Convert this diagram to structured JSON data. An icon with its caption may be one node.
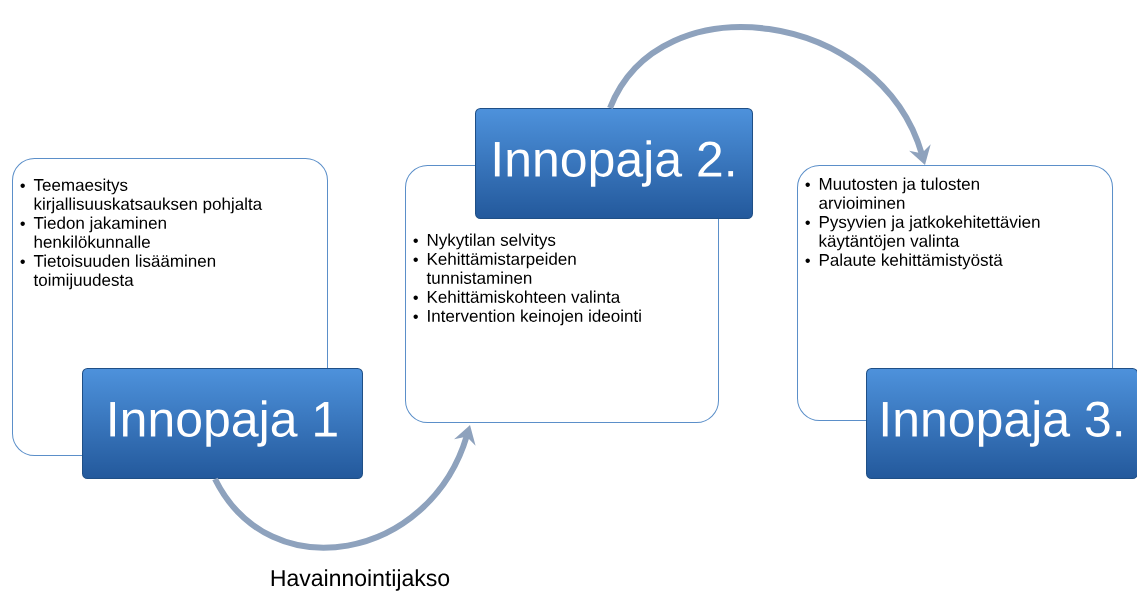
{
  "diagram": {
    "nodes": [
      {
        "text": [
          "Teemaesitys kirjallisuuskatsauksen pohjalta",
          "Tiedon jakaminen henkilökunnalle",
          "Tietoisuuden lisääminen toimijuudesta"
        ]
      },
      {
        "text": [
          "Innopaja 1"
        ]
      },
      {
        "text": [
          "Nykytilan selvitys",
          "Kehittämistarpeiden tunnistaminen",
          "Kehittämiskohteen valinta",
          "Intervention keinojen ideointi"
        ]
      },
      {
        "text": [
          "Innopaja 2."
        ]
      },
      {
        "text": [
          "Muutosten ja tulosten arvioiminen",
          "Pysyvien ja jatkokehitettävien käytäntöjen valinta",
          "Palaute kehittämistyöstä"
        ]
      },
      {
        "text": [
          "Innopaja 3."
        ]
      }
    ],
    "edges": [
      {
        "from": 1,
        "to": 2,
        "arrow": "to",
        "label": "Havainnointijakso"
      },
      {
        "from": 3,
        "to": 4,
        "arrow": "to"
      }
    ]
  }
}
